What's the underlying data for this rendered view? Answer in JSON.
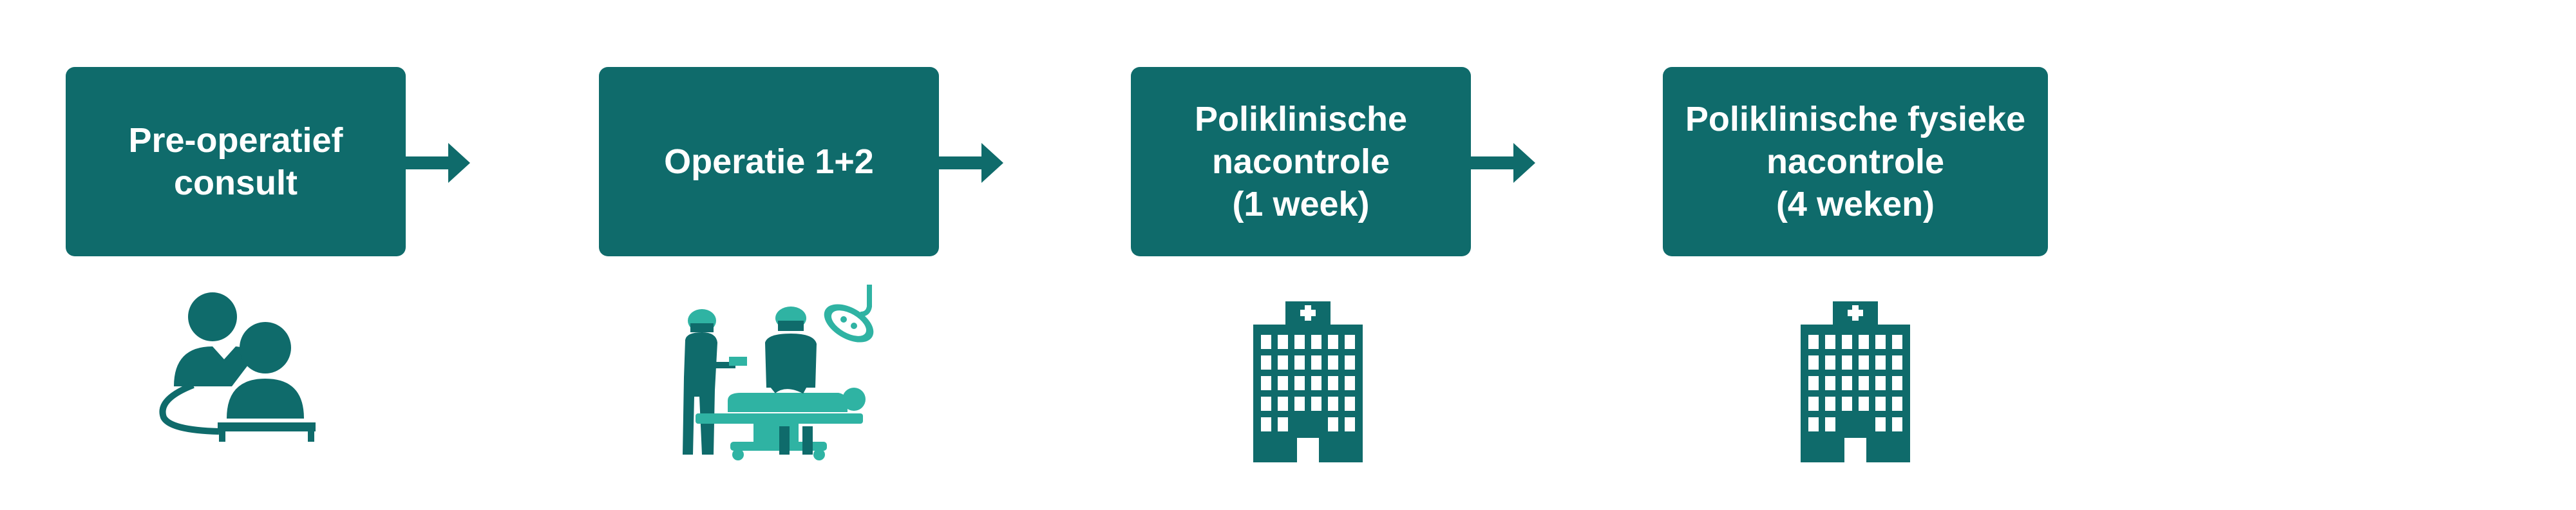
{
  "steps": [
    {
      "id": "preop",
      "lines": [
        "Pre-operatief",
        "consult"
      ],
      "icon": "consultation-icon"
    },
    {
      "id": "surgery",
      "lines": [
        "Operatie 1+2"
      ],
      "icon": "surgery-icon"
    },
    {
      "id": "followup1",
      "lines": [
        "Poliklinische",
        "nacontrole",
        "(1 week)"
      ],
      "icon": "hospital-icon"
    },
    {
      "id": "followup4",
      "lines": [
        "Poliklinische fysieke",
        "nacontrole",
        "(4 weken)"
      ],
      "icon": "hospital-icon"
    }
  ],
  "colors": {
    "box": "#0f6b6b",
    "text": "#ffffff",
    "icon_dark": "#0f6b6b",
    "icon_light": "#2fb3a3"
  }
}
